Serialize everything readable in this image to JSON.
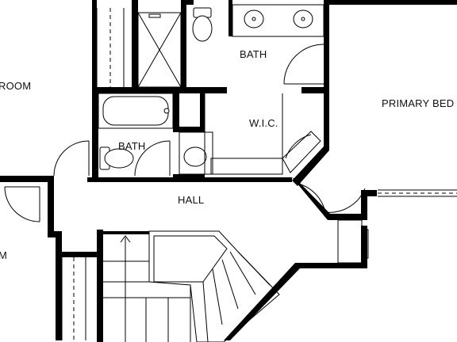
{
  "rooms": {
    "bath_upper": "BATH",
    "wic": "W.I.C.",
    "primary_bedroom": "PRIMARY BED",
    "bath_lower": "BATH",
    "hall": "HALL",
    "room_left_top": "ROOM",
    "room_left_bottom": "M"
  },
  "colors": {
    "wall": "#000000",
    "background": "#ffffff"
  }
}
